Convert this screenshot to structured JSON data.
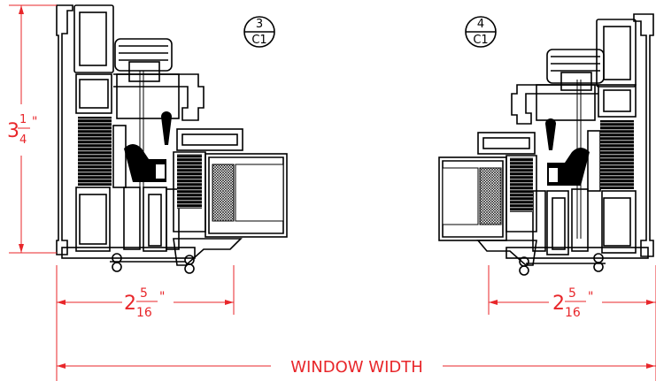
{
  "callouts": [
    {
      "top": "3",
      "bottom": "C1"
    },
    {
      "top": "4",
      "bottom": "C1"
    }
  ],
  "dimensions": {
    "height": {
      "whole": "3",
      "num": "1",
      "den": "4",
      "unit": "\""
    },
    "left_depth": {
      "whole": "2",
      "num": "5",
      "den": "16",
      "unit": "\""
    },
    "right_depth": {
      "whole": "2",
      "num": "5",
      "den": "16",
      "unit": "\""
    },
    "overall": "WINDOW WIDTH"
  },
  "colors": {
    "dimension": "#e8262a",
    "linework": "#000000"
  }
}
